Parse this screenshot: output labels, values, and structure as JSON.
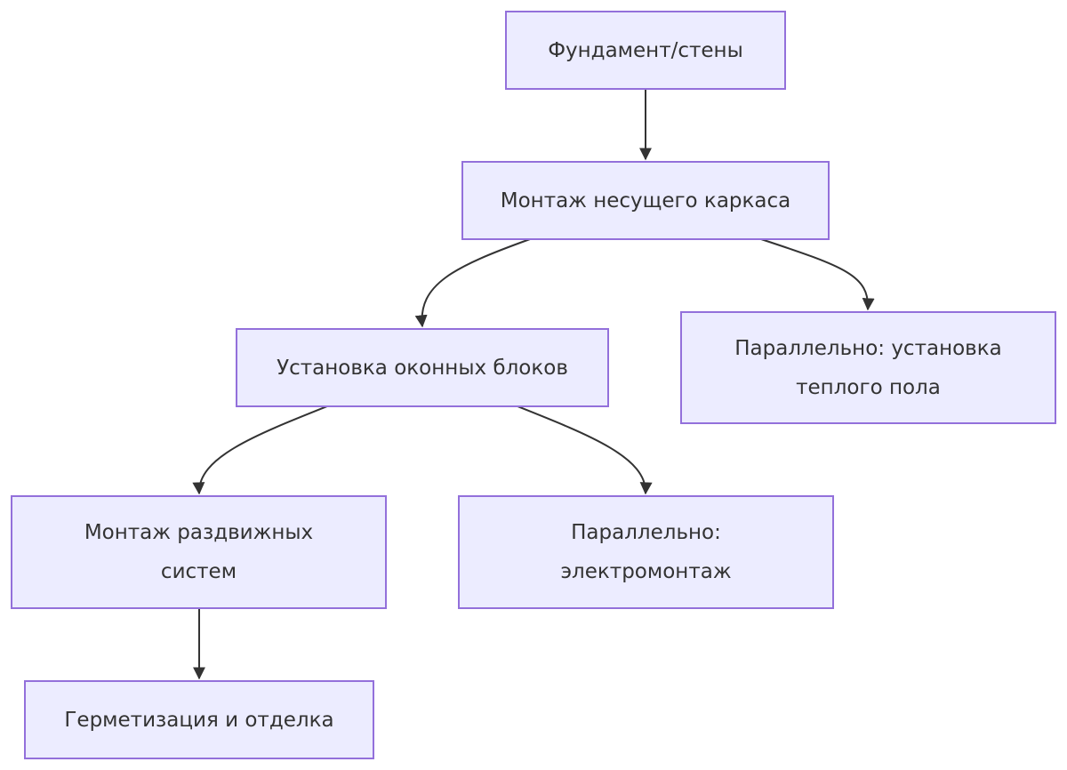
{
  "diagram": {
    "type": "flowchart",
    "direction": "top-down",
    "colors": {
      "node_fill": "#ececff",
      "node_border": "#9370db",
      "edge": "#333333",
      "text": "#333333"
    },
    "nodes": {
      "foundation": {
        "label": "Фундамент/стены"
      },
      "frame": {
        "label": "Монтаж несущего каркаса"
      },
      "windows": {
        "label": "Установка оконных блоков"
      },
      "floor_heating": {
        "label": "Параллельно: установка теплого пола"
      },
      "sliding": {
        "label": "Монтаж раздвижных систем"
      },
      "electrical": {
        "label": "Параллельно: электромонтаж"
      },
      "finishing": {
        "label": "Герметизация и отделка"
      }
    },
    "edges": [
      {
        "from": "foundation",
        "to": "frame"
      },
      {
        "from": "frame",
        "to": "windows"
      },
      {
        "from": "frame",
        "to": "floor_heating"
      },
      {
        "from": "windows",
        "to": "sliding"
      },
      {
        "from": "windows",
        "to": "electrical"
      },
      {
        "from": "sliding",
        "to": "finishing"
      }
    ]
  }
}
